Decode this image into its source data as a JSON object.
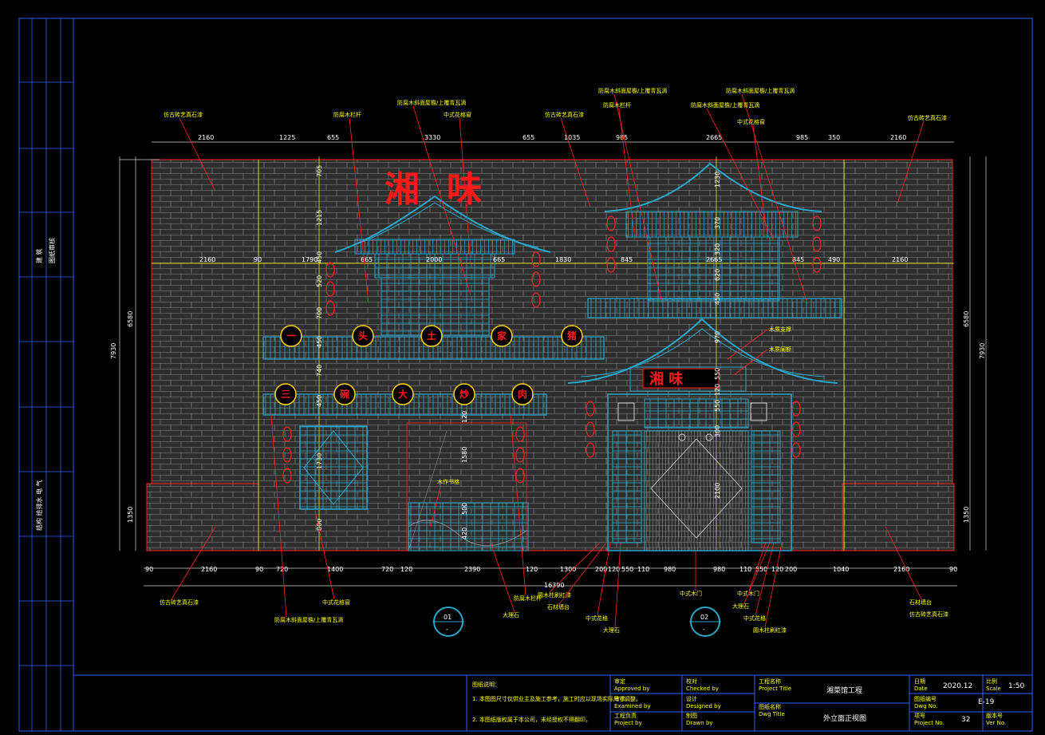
{
  "sign": {
    "main_chars": [
      "湘",
      "味"
    ],
    "door_sign": "湘 味"
  },
  "medallions_row1": [
    "一",
    "头",
    "土",
    "家",
    "猪"
  ],
  "medallions_row2": [
    "三",
    "碗",
    "大",
    "炒",
    "肉"
  ],
  "dims_top": [
    "2160",
    "1225",
    "655",
    "3330",
    "655",
    "1035",
    "985",
    "2665",
    "985",
    "350",
    "2160"
  ],
  "dims_mid": [
    "2160",
    "90",
    "1790",
    "665",
    "2000",
    "665",
    "1830",
    "845",
    "2665",
    "845",
    "490",
    "2160"
  ],
  "dims_bottom": [
    "90",
    "2160",
    "90",
    "720",
    "1400",
    "720",
    "120",
    "2390",
    "120",
    "1300",
    "200",
    "120",
    "550",
    "110",
    "980",
    "980",
    "110",
    "550",
    "120",
    "200",
    "1040",
    "2160",
    "90"
  ],
  "dims_total": "16390",
  "dims_vertical": [
    "705",
    "1215",
    "450",
    "520",
    "700",
    "450",
    "740",
    "450",
    "120",
    "1730",
    "800",
    "1580",
    "120",
    "500",
    "420",
    "1230",
    "370",
    "320",
    "620",
    "450",
    "970",
    "550",
    "120",
    "550",
    "300",
    "2100"
  ],
  "dims_side": {
    "left_outer": "7930",
    "left_inner": "6580",
    "left_low": "1350",
    "right_outer": "7930",
    "right_inner": "6580",
    "right_low": "1350"
  },
  "labels_top": [
    "仿古砖艺真石漆",
    "防腐木栏杆",
    "防腐木斜面屋檐/上覆青瓦滴",
    "中式花格窗",
    "仿古砖艺真石漆",
    "防腐木斜面屋檐/上覆青瓦滴",
    "防腐木栏杆",
    "防腐木斜面屋檐/上覆青瓦滴",
    "防腐木斜面屋檐/上覆青瓦滴",
    "中式花格窗",
    "仿古砖艺真石漆"
  ],
  "labels_right": [
    "木质支撑",
    "木质阑额"
  ],
  "labels_middle": [
    "木作书格",
    "中式木门"
  ],
  "labels_bottom": [
    "仿古砖艺真石漆",
    "中式花格窗",
    "防腐木斜面屋檐/上覆青瓦滴",
    "防腐木栏杆",
    "大理石",
    "圆木柱刷红漆",
    "石材墙台",
    "中式花格",
    "大理石",
    "中式木门",
    "大理石",
    "中式花格",
    "圆木柱刷红漆",
    "石材墙台",
    "仿古砖艺真石漆"
  ],
  "section_marks": [
    {
      "num": "01",
      "sub": "-"
    },
    {
      "num": "02",
      "sub": "-"
    }
  ],
  "left_strip": {
    "top_text": "图纸审核",
    "mid_text": "建 筑",
    "low_text": "结构 给排水 电 气"
  },
  "title_block": {
    "notes_title": "图纸说明：",
    "note1": "1. 本图图尺寸仅供业主及施工参考，施工时应以现场实际尺寸调整。",
    "note2": "2. 本图纸版权属于本公司，未经授权不得翻印。",
    "approved_cn": "审定",
    "approved_en": "Approved by",
    "checked_cn": "校对",
    "checked_en": "Checked by",
    "examined_cn": "审核",
    "examined_en": "Examined by",
    "designed_cn": "设计",
    "designed_en": "Designed by",
    "leader_cn": "工程负责",
    "leader_en": "Project by",
    "drawn_cn": "制图",
    "drawn_en": "Drawn by",
    "project_title_cn": "工程名称",
    "project_title_en": "Project Title",
    "project_title": "湘菜馆工程",
    "dwg_title_cn": "图纸名称",
    "dwg_title_en": "Dwg Title",
    "dwg_title": "外立面正视图",
    "date_cn": "日期",
    "date_en": "Date",
    "date": "2020.12",
    "scale_cn": "比例",
    "scale_en": "Scale",
    "scale": "1:50",
    "dwgno_cn": "图纸编号",
    "dwgno_en": "Dwg No.",
    "dwgno": "E-19",
    "projno_cn": "项号",
    "projno_en": "Project No.",
    "projno": "32",
    "verno_cn": "版本号",
    "verno_en": "Ver No."
  },
  "colors": {
    "background": "#000000",
    "wall": "#3a3a3a",
    "structure": "#2aa6c8",
    "dimension": "#ffffff",
    "label": "#ffff00",
    "leader": "#ff2020",
    "sign": "#ff1a1a",
    "medallion": "#ffd400",
    "frame": "#3060ff"
  }
}
